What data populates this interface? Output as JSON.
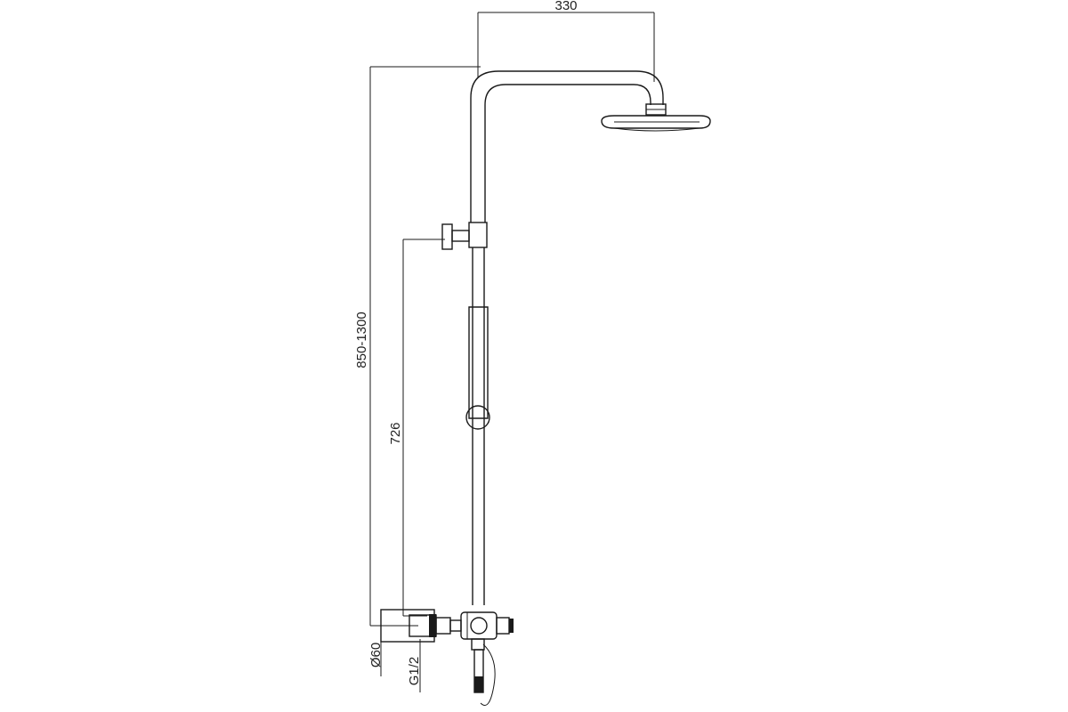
{
  "dimensions": {
    "arm_length": "330",
    "total_height": "850-1300",
    "bracket_height": "726",
    "diameter": "Ø60",
    "thread": "G1/2"
  }
}
